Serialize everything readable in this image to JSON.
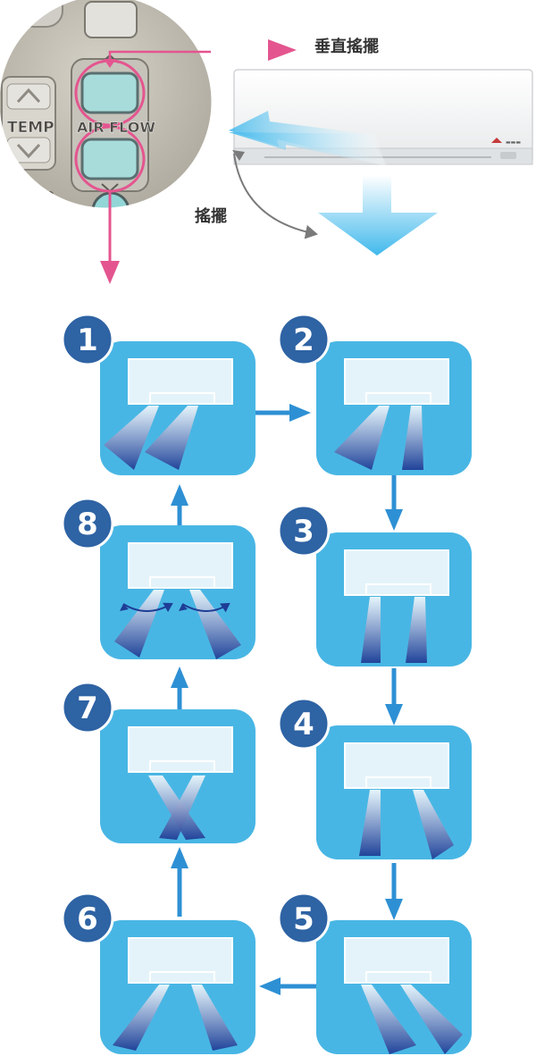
{
  "remote": {
    "temp_label": "TEMP",
    "airflow_label": "AIR FLOW"
  },
  "labels": {
    "vertical_swing": "垂直搖擺",
    "swing": "搖擺"
  },
  "steps": [
    {
      "number": "1"
    },
    {
      "number": "2"
    },
    {
      "number": "3"
    },
    {
      "number": "4"
    },
    {
      "number": "5"
    },
    {
      "number": "6"
    },
    {
      "number": "7"
    },
    {
      "number": "8"
    }
  ],
  "colors": {
    "panel_blue": "#48b6e4",
    "badge_blue": "#2e63a4",
    "arrow_blue": "#2e90d4",
    "pink": "#e4558f",
    "flow_dark": "#1e3d96"
  }
}
